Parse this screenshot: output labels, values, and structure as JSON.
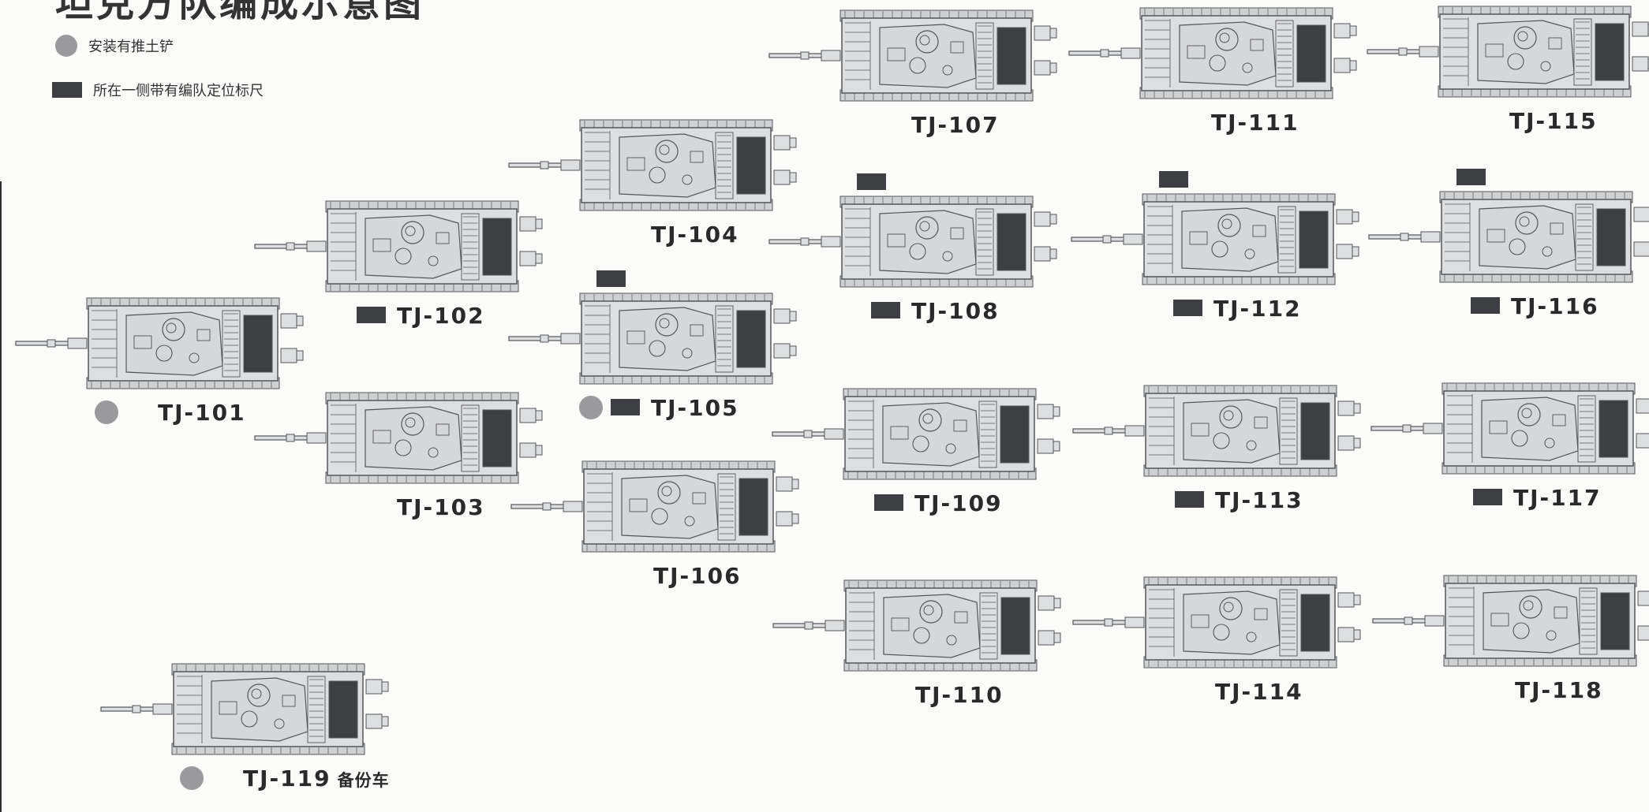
{
  "title": "坦克方队编成示意图",
  "legend": {
    "dozer_blade": "安装有推土铲",
    "ruler": "所在一侧带有编队定位标尺"
  },
  "colors": {
    "hull": "#dddedf",
    "hull_stroke": "#55575a",
    "panel": "#3e3f42",
    "marker_circle": "#9a9a9c",
    "marker_rect": "#3e3f42"
  },
  "tanks": [
    {
      "id": "TJ-101",
      "suffix": "",
      "dozer": true,
      "ruler": "none"
    },
    {
      "id": "TJ-102",
      "suffix": "",
      "dozer": false,
      "ruler": "below"
    },
    {
      "id": "TJ-103",
      "suffix": "",
      "dozer": false,
      "ruler": "none"
    },
    {
      "id": "TJ-104",
      "suffix": "",
      "dozer": false,
      "ruler": "none"
    },
    {
      "id": "TJ-105",
      "suffix": "",
      "dozer": true,
      "ruler": "both"
    },
    {
      "id": "TJ-106",
      "suffix": "",
      "dozer": false,
      "ruler": "none"
    },
    {
      "id": "TJ-107",
      "suffix": "",
      "dozer": false,
      "ruler": "none"
    },
    {
      "id": "TJ-108",
      "suffix": "",
      "dozer": false,
      "ruler": "both"
    },
    {
      "id": "TJ-109",
      "suffix": "",
      "dozer": false,
      "ruler": "below"
    },
    {
      "id": "TJ-110",
      "suffix": "",
      "dozer": false,
      "ruler": "none"
    },
    {
      "id": "TJ-111",
      "suffix": "",
      "dozer": false,
      "ruler": "none"
    },
    {
      "id": "TJ-112",
      "suffix": "",
      "dozer": false,
      "ruler": "both"
    },
    {
      "id": "TJ-113",
      "suffix": "",
      "dozer": false,
      "ruler": "below"
    },
    {
      "id": "TJ-114",
      "suffix": "",
      "dozer": false,
      "ruler": "none"
    },
    {
      "id": "TJ-115",
      "suffix": "",
      "dozer": false,
      "ruler": "none"
    },
    {
      "id": "TJ-116",
      "suffix": "",
      "dozer": false,
      "ruler": "both"
    },
    {
      "id": "TJ-117",
      "suffix": "",
      "dozer": false,
      "ruler": "below"
    },
    {
      "id": "TJ-118",
      "suffix": "",
      "dozer": false,
      "ruler": "none"
    },
    {
      "id": "TJ-119",
      "suffix": "备份车",
      "dozer": true,
      "ruler": "none"
    }
  ]
}
